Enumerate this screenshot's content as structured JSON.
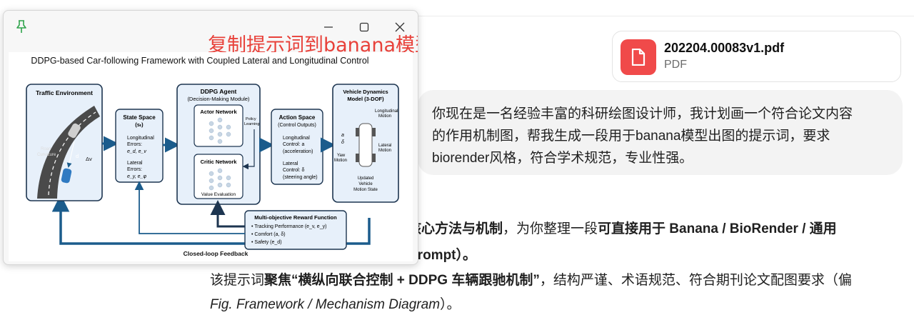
{
  "pdf": {
    "filename": "202204.00083v1.pdf",
    "type": "PDF",
    "icon": "document-icon"
  },
  "user_message": {
    "lines": [
      "你现在是一名经验丰富的科研绘图设计师，我计划画一个符合论文内容",
      "的作用机制图，帮我生成一段用于banana模型出图的提示词，要求",
      "biorender风格，符合学术规范，专业性强。"
    ]
  },
  "response": {
    "line1_a": "的核心方法与机制",
    "line1_b": "，为你整理一段",
    "line1_c": "可直接用于 Banana / BioRender / 通用",
    "line2": "Prompt）。",
    "line3_a": "该提示词",
    "line3_b": "聚焦“横纵向联合控制 + DDPG 车辆跟驰机制”",
    "line3_c": "，结构严谨、术语规范、符合期刊论文配图要求（偏",
    "line4_italic": "Fig. Framework / Mechanism Diagram",
    "line4_end": "）。"
  },
  "viewer": {
    "overlay_text": "复制提示词到banana模型里",
    "icons": [
      "pin-icon",
      "minimize-icon",
      "maximize-icon",
      "close-icon"
    ]
  },
  "figure": {
    "title": "DDPG-based Car-following Framework with Coupled Lateral and Longitudinal Control",
    "traffic": {
      "title": "Traffic Environment",
      "road": "Road",
      "curvature": "Curvature",
      "d": "d",
      "dv": "Δv"
    },
    "state": {
      "title": "State Space",
      "sub": "(sₜ)",
      "long1": "Longitudinal",
      "long2": "Errors:",
      "long3": "e_d, e_v",
      "lat1": "Lateral",
      "lat2": "Errors:",
      "lat3": "e_y, e_φ"
    },
    "agent": {
      "title": "DDPG Agent",
      "sub": "(Decision-Making Module)",
      "actor": "Actor Network",
      "critic": "Critic Network",
      "value": "Value Evaluation",
      "policy1": "Policy",
      "policy2": "Learning"
    },
    "action": {
      "title": "Action Space",
      "sub": "(Control Outputs)",
      "l1": "Longitudinal",
      "l2": "Control: a",
      "l3": "(acceleration)",
      "t1": "Lateral",
      "t2": "Control: δ",
      "t3": "(steering angle)"
    },
    "vehicle": {
      "title1": "Vehicle Dynamics",
      "title2": "Model (3-DOF)",
      "long1": "Longitudinal",
      "long2": "Motion",
      "lat1": "Lateral",
      "lat2": "Motion",
      "yaw1": "Yaw",
      "yaw2": "Motion",
      "a": "a",
      "delta": "δ",
      "upd1": "Updated",
      "upd2": "Vehicle",
      "upd3": "Motion State"
    },
    "reward": {
      "title": "Multi-objective Reward Function",
      "i1": "• Tracking Performance (e_v, e_y)",
      "i2": "• Comfort (a, δ)",
      "i3": "• Safety (e_d)"
    },
    "feedback": "Closed-loop Feedback"
  }
}
